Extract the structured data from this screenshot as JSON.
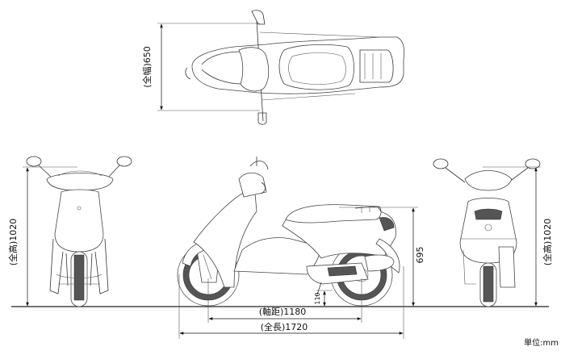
{
  "dimensions": {
    "width_label": "(全幅)650",
    "height_label_front": "(全高)1020",
    "height_label_rear": "(全高)1020",
    "seat_height_label": "695",
    "ground_clearance_label": "110",
    "wheelbase_label": "(軸距)1180",
    "length_label": "(全長)1720"
  },
  "unit_label": "単位:mm"
}
